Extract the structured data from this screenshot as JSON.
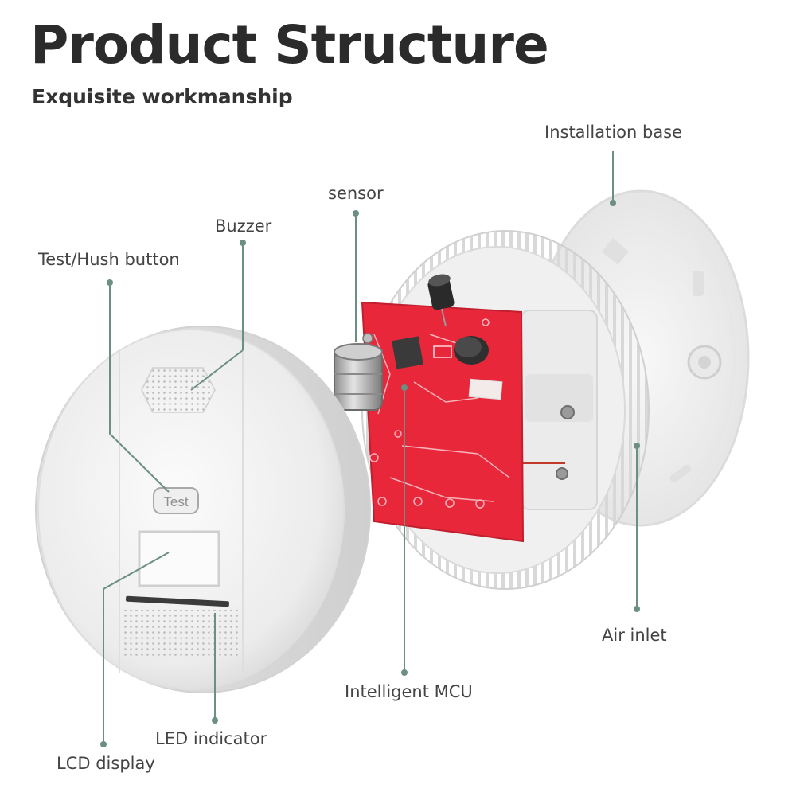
{
  "header": {
    "title": "Product Structure",
    "subtitle": "Exquisite workmanship"
  },
  "labels": {
    "installation_base": "Installation base",
    "sensor": "sensor",
    "buzzer": "Buzzer",
    "test_hush_button": "Test/Hush button",
    "air_inlet": "Air inlet",
    "intelligent_mcu": "Intelligent MCU",
    "led_indicator": "LED indicator",
    "lcd_display": "LCD display"
  },
  "device": {
    "button_text": "Test"
  },
  "colors": {
    "leader_line": "#6b8f80",
    "pcb": "#e8283a",
    "device_body": "#f2f2f2",
    "title_text": "#2b2b2b"
  }
}
